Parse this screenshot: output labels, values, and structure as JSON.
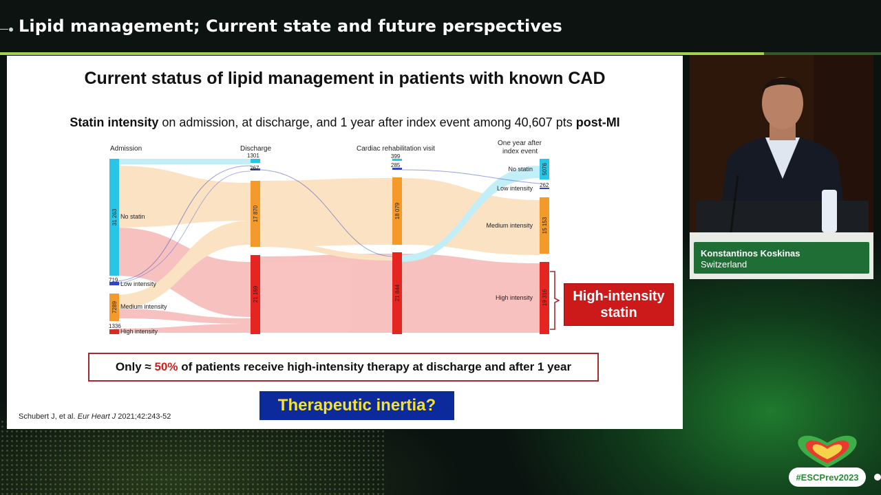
{
  "session": {
    "title": "Lipid management; Current state and future perspectives"
  },
  "slide": {
    "title": "Current status of lipid management in patients with known CAD",
    "subtitle_bold": "Statin intensity",
    "subtitle_mid": " on admission, at discharge, and 1 year after index event among 40,607 pts ",
    "subtitle_bold2": "post-MI",
    "callout_line1": "High-intensity",
    "callout_line2": "statin",
    "note_pre": "Only ≈ ",
    "note_pct": "50%",
    "note_post": " of patients receive high-intensity therapy at discharge and after 1 year",
    "question": "Therapeutic inertia?",
    "citation_pre": "Schubert J, et al. ",
    "citation_journal": "Eur Heart J",
    "citation_post": " 2021;42:243-52"
  },
  "diagram": {
    "columns": [
      {
        "name": "Admission",
        "nodes": [
          {
            "label": "No statin",
            "value": "31 263",
            "color": "#29c5e6"
          },
          {
            "label": "Low intensity",
            "value": "719",
            "color": "#2f45c7"
          },
          {
            "label": "Medium intensity",
            "value": "7289",
            "color": "#f39a2b"
          },
          {
            "label": "High intensity",
            "value": "1336",
            "color": "#e52620"
          }
        ]
      },
      {
        "name": "Discharge",
        "nodes": [
          {
            "label": "",
            "value": "1301",
            "color": "#29c5e6"
          },
          {
            "label": "",
            "value": "267",
            "color": "#2f45c7"
          },
          {
            "label": "",
            "value": "17 870",
            "color": "#f39a2b"
          },
          {
            "label": "",
            "value": "21 169",
            "color": "#e52620"
          }
        ]
      },
      {
        "name": "Cardiac rehabilitation visit",
        "nodes": [
          {
            "label": "",
            "value": "399",
            "color": "#29c5e6"
          },
          {
            "label": "",
            "value": "285",
            "color": "#2f45c7"
          },
          {
            "label": "",
            "value": "18 079",
            "color": "#f39a2b"
          },
          {
            "label": "",
            "value": "21 844",
            "color": "#e52620"
          }
        ]
      },
      {
        "name_line1": "One year after",
        "name_line2": "index event",
        "nodes": [
          {
            "label": "No statin",
            "value": "5076",
            "color": "#29c5e6"
          },
          {
            "label": "Low intensity",
            "value": "262",
            "color": "#2f45c7"
          },
          {
            "label": "Medium intensity",
            "value": "15 153",
            "color": "#f39a2b"
          },
          {
            "label": "High intensity",
            "value": "19 316",
            "color": "#e52620"
          }
        ]
      }
    ]
  },
  "speaker": {
    "name": "Konstantinos Koskinas",
    "country": "Switzerland"
  },
  "hashtag": "#ESCPrev2023",
  "colors": {
    "accent": "#9fd44a",
    "callout": "#cc1a1a",
    "question_bg": "#0d2a9c",
    "question_text": "#f2e233",
    "lower_third": "#1f6e35"
  }
}
